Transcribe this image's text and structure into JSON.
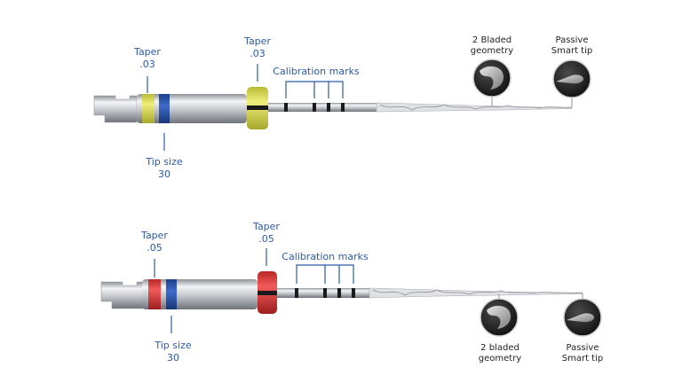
{
  "colors": {
    "label_blue": "#2b5aa8",
    "yellow_ring": "#dede58",
    "red_ring": "#e23d3d",
    "blue_ring": "#2c55b0",
    "steel": "#bcc0c6",
    "mark": "#1a1a1a"
  },
  "file_top": {
    "handle_taper": {
      "line1": "Taper",
      "line2": ".03"
    },
    "collar_taper": {
      "line1": "Taper",
      "line2": ".03"
    },
    "tip_size": {
      "line1": "Tip size",
      "line2": "30"
    },
    "calibration": "Calibration marks",
    "geometry": {
      "line1": "2 Bladed",
      "line2": "geometry"
    },
    "smart_tip": {
      "line1": "Passive",
      "line2": "Smart tip"
    }
  },
  "file_bottom": {
    "handle_taper": {
      "line1": "Taper",
      "line2": ".05"
    },
    "collar_taper": {
      "line1": "Taper",
      "line2": ".05"
    },
    "tip_size": {
      "line1": "Tip size",
      "line2": "30"
    },
    "calibration": "Calibration marks",
    "geometry": {
      "line1": "2 bladed",
      "line2": "geometry"
    },
    "smart_tip": {
      "line1": "Passive",
      "line2": "Smart tip"
    }
  },
  "icons": [
    "cross-section-icon",
    "smart-tip-icon"
  ]
}
